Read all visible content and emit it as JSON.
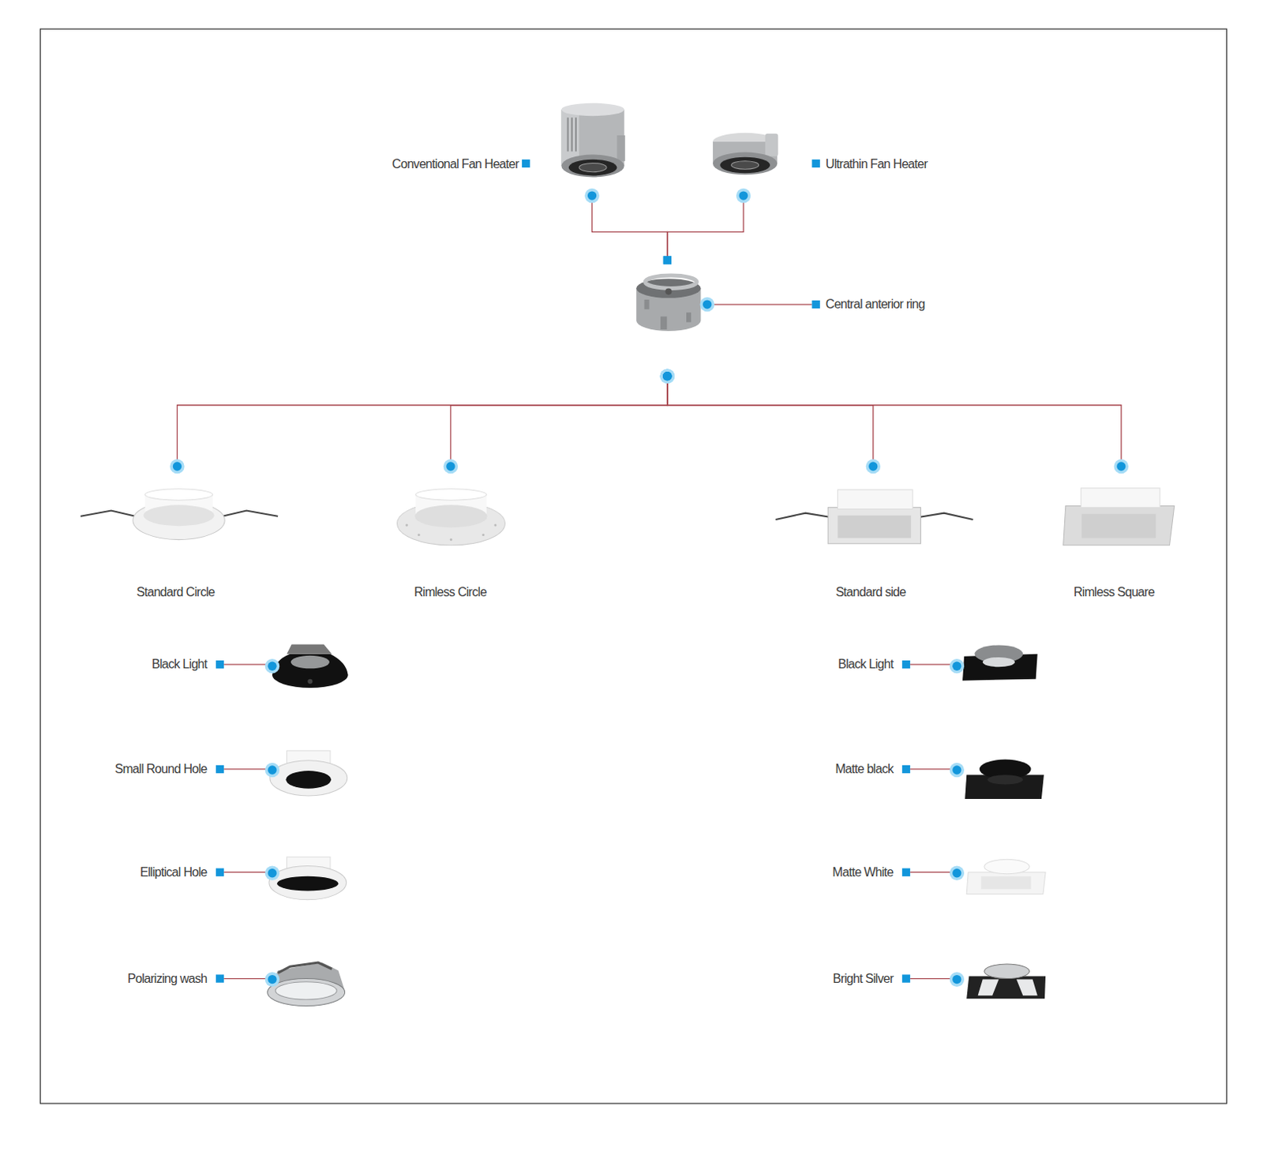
{
  "diagram": {
    "nodes": [
      {
        "text": [
          "Conventional Fan Heater"
        ]
      },
      {
        "text": [
          "Ultrathin Fan Heater"
        ]
      },
      {
        "text": [
          "Central anterior ring"
        ]
      },
      {
        "text": [
          "Standard Circle"
        ]
      },
      {
        "text": [
          "Rimless  Circle"
        ]
      },
      {
        "text": [
          "Standard side"
        ]
      },
      {
        "text": [
          "Rimless Square"
        ]
      },
      {
        "text": [
          "Black Light"
        ]
      },
      {
        "text": [
          "Small Round Hole"
        ]
      },
      {
        "text": [
          "Elliptical Hole"
        ]
      },
      {
        "text": [
          "Polarizing wash"
        ]
      },
      {
        "text": [
          "Black Light"
        ]
      },
      {
        "text": [
          "Matte black"
        ]
      },
      {
        "text": [
          "Matte White"
        ]
      },
      {
        "text": [
          "Bright Silver"
        ]
      }
    ],
    "edges": [
      {
        "from": 0,
        "to": 2,
        "arrow": "none"
      },
      {
        "from": 1,
        "to": 2,
        "arrow": "none"
      },
      {
        "from": 2,
        "to": 3,
        "arrow": "none"
      },
      {
        "from": 2,
        "to": 4,
        "arrow": "none"
      },
      {
        "from": 2,
        "to": 5,
        "arrow": "none"
      },
      {
        "from": 2,
        "to": 6,
        "arrow": "none"
      }
    ]
  }
}
